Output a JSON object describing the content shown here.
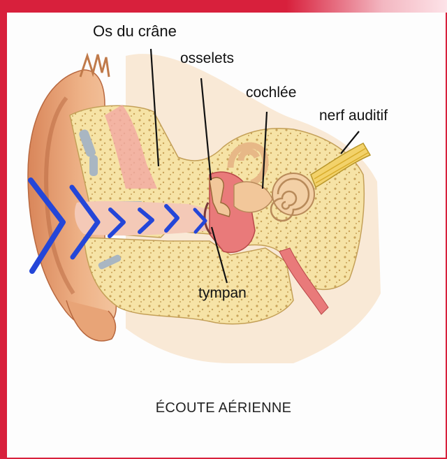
{
  "labels": {
    "skull_bone": "Os du crâne",
    "ossicles": "osselets",
    "cochlea": "cochlée",
    "auditory_nerve": "nerf auditif",
    "eardrum": "tympan"
  },
  "caption": "ÉCOUTE AÉRIENNE",
  "colors": {
    "frame": "#d8203c",
    "sound_wave": "#2446d8",
    "skin": "#e39a6a",
    "bone": "#f4dfa0",
    "inner_ear": "#f2c79a",
    "middle_ear": "#e97a7a"
  }
}
